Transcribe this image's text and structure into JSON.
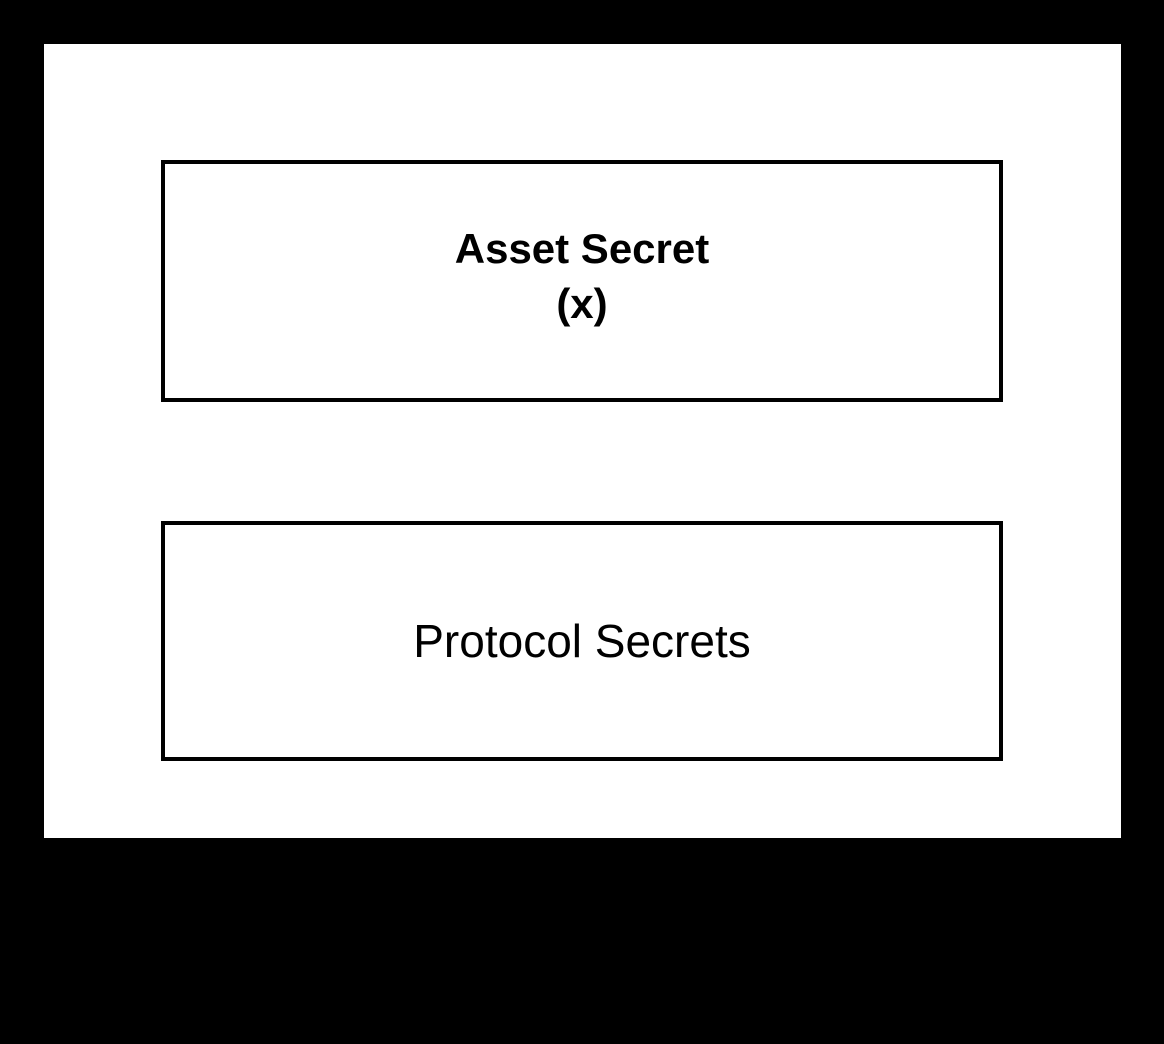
{
  "diagram": {
    "background_color": "#000000",
    "canvas_color": "#ffffff",
    "border_color": "#000000",
    "text_color": "#000000",
    "nodes": [
      {
        "id": "asset-secret",
        "shape": "rectangle",
        "lines": [
          "Asset Secret",
          "(x)"
        ],
        "line1": "Asset Secret",
        "line2": "(x)",
        "font_weight": "bold"
      },
      {
        "id": "protocol-secrets",
        "shape": "rectangle",
        "lines": [
          "Protocol Secrets"
        ],
        "line1": "Protocol Secrets",
        "font_weight": "regular"
      }
    ]
  }
}
